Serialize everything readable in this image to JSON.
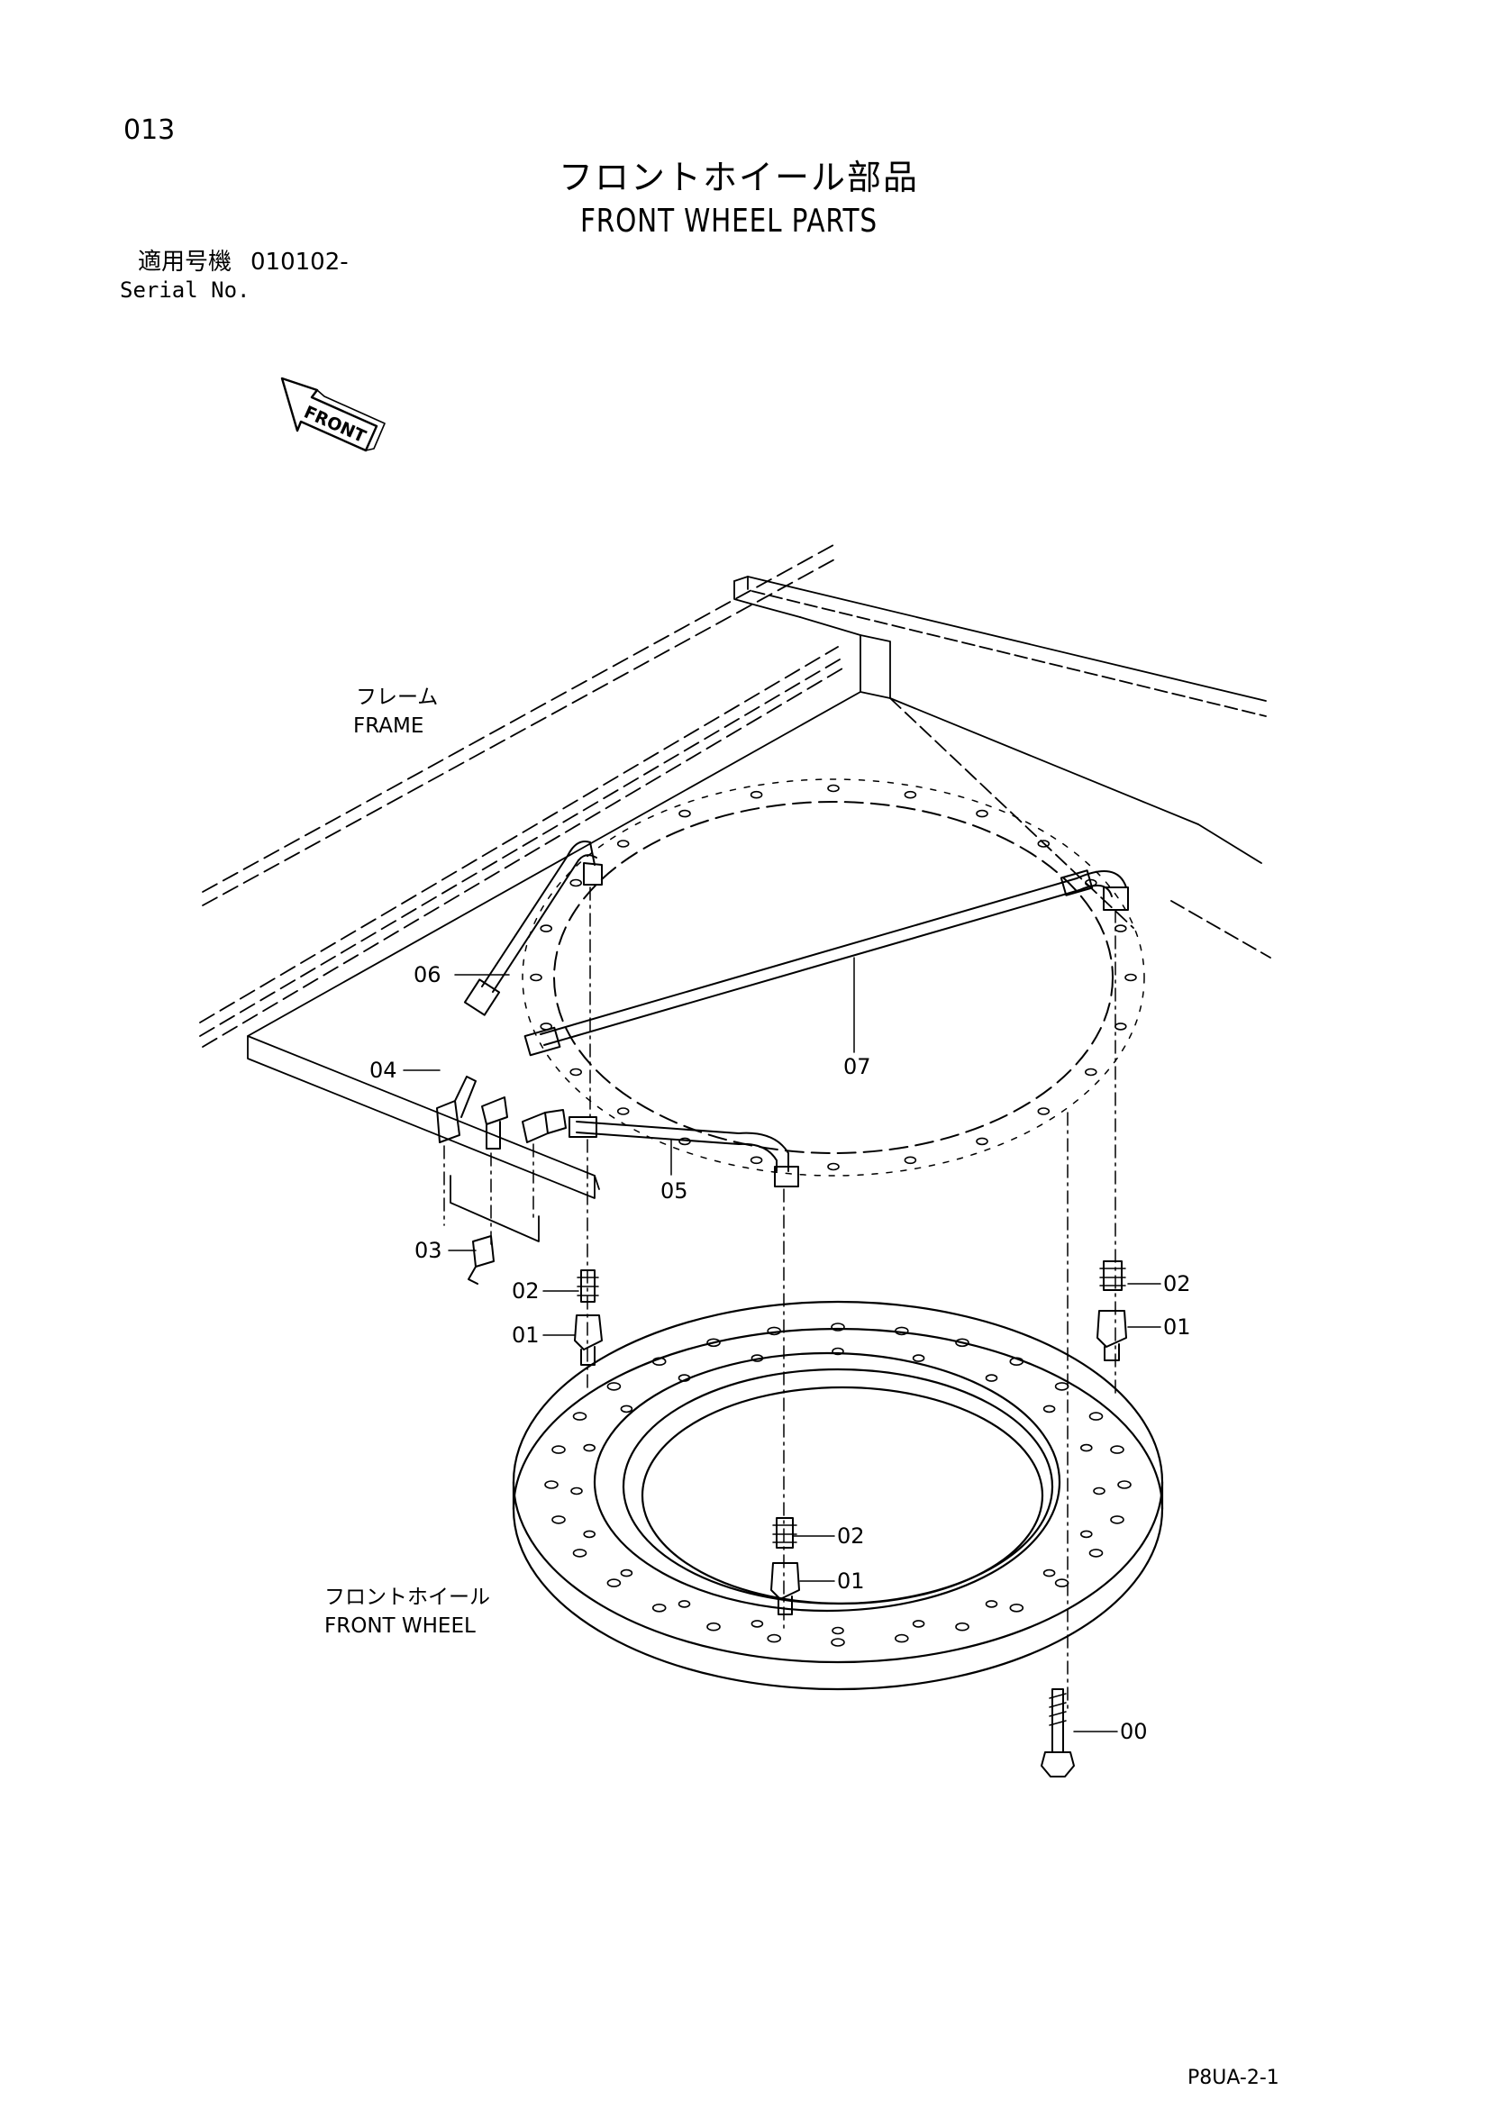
{
  "header": {
    "page_number": "013",
    "title_jp": "フロントホイール部品",
    "title_en": "FRONT WHEEL PARTS",
    "serial_label_jp": "適用号機",
    "serial_number": "010102-",
    "serial_label_en": "Serial No."
  },
  "direction": {
    "label": "FRONT",
    "icon": "arrow-icon"
  },
  "labels": {
    "frame_jp": "フレーム",
    "frame_en": "FRAME",
    "front_wheel_jp": "フロントホイール",
    "front_wheel_en": "FRONT WHEEL"
  },
  "callouts": {
    "c06": "06",
    "c07": "07",
    "c04": "04",
    "c05": "05",
    "c03": "03",
    "c02_left": "02",
    "c01_left": "01",
    "c02_right": "02",
    "c01_right": "01",
    "c02_center": "02",
    "c01_center": "01",
    "c00": "00"
  },
  "footer": {
    "page_code": "P8UA-2-1"
  }
}
